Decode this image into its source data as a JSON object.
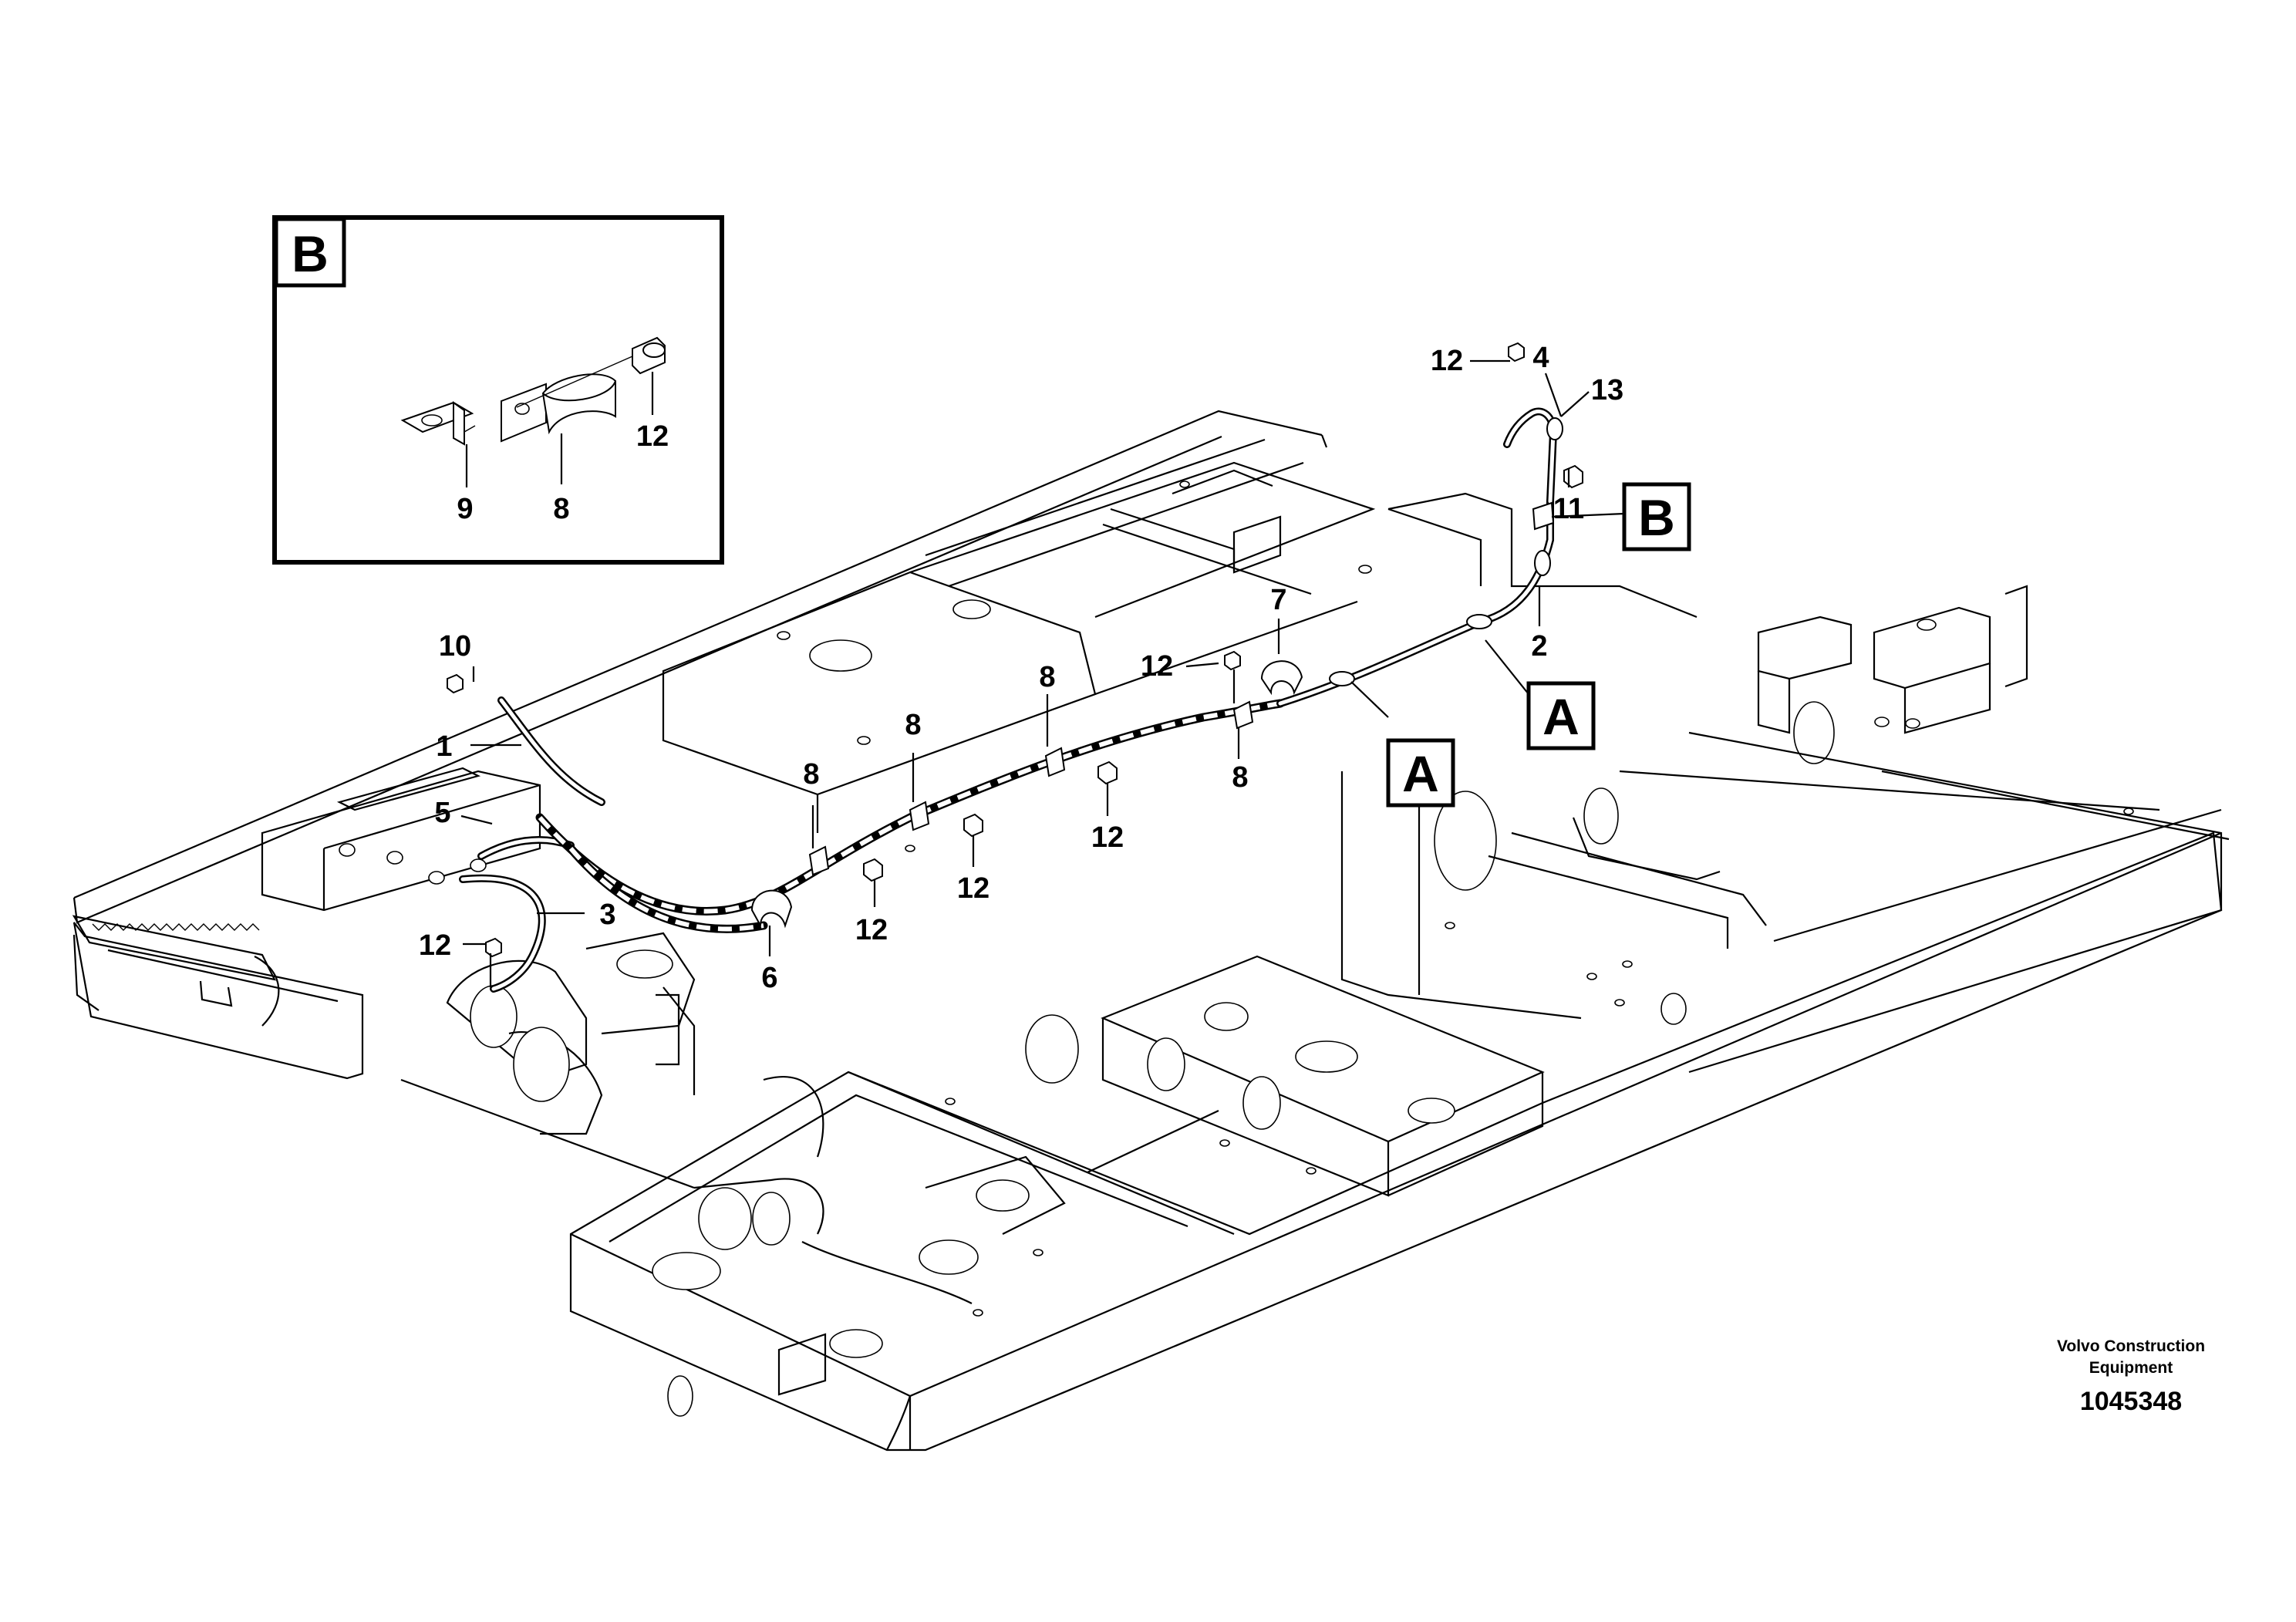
{
  "detail_view": {
    "label": "B",
    "callouts": [
      "12",
      "9",
      "8"
    ]
  },
  "callouts": {
    "c1": "1",
    "c2": "2",
    "c3": "3",
    "c4": "4",
    "c5": "5",
    "c6": "6",
    "c7": "7",
    "c8a": "8",
    "c8b": "8",
    "c8c": "8",
    "c8d": "8",
    "c10": "10",
    "c11": "11",
    "c12a": "12",
    "c12b": "12",
    "c12c": "12",
    "c12d": "12",
    "c12e": "12",
    "c12f": "12",
    "c13": "13"
  },
  "view_labels": {
    "a_upper": "A",
    "a_lower": "A",
    "b": "B"
  },
  "caption": {
    "company_line1": "Volvo Construction",
    "company_line2": "Equipment",
    "drawing_number": "1045348"
  }
}
